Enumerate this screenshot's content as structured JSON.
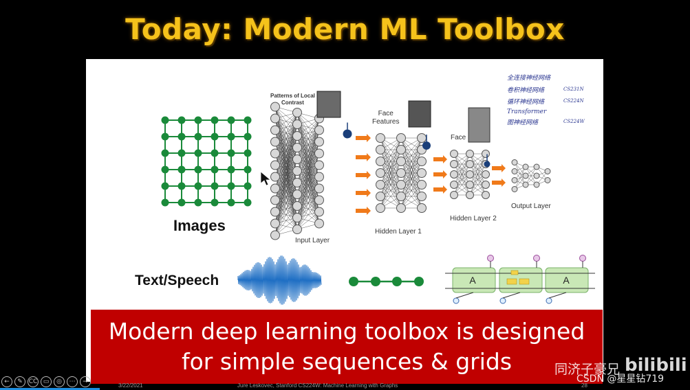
{
  "slide": {
    "title": "Today: Modern ML Toolbox",
    "banner_line1": "Modern deep learning toolbox is designed",
    "banner_line2": "for simple sequences & grids"
  },
  "diagram": {
    "images_label": "Images",
    "text_speech_label": "Text/Speech",
    "patterns_label_l1": "Patterns of Local",
    "patterns_label_l2": "Contrast",
    "face_features_l1": "Face",
    "face_features_l2": "Features",
    "face_label": "Face",
    "input_layer": "Input Layer",
    "hidden_layer_1": "Hidden Layer 1",
    "hidden_layer_2": "Hidden Layer 2",
    "output_layer": "Output Layer",
    "rnn_cell_label_1": "A",
    "rnn_cell_label_2": "A",
    "grid_color": "#1a8a3a",
    "waveform_color": "#1f6fc4",
    "arrow_color": "#f07a1a"
  },
  "notes": {
    "line1": "全连接神经网络",
    "line2": "卷积神经网络",
    "line2_code": "CS231N",
    "line3": "循环神经网络",
    "line3_code": "CS224N",
    "line4": "Transformer",
    "line5": "图神经网络",
    "line5_code": "CS224W"
  },
  "footer": {
    "date": "3/22/2021",
    "author": "Jure Leskovec, Stanford CS224W: Machine Learning with Graphs",
    "page": "28"
  },
  "player": {
    "controls": [
      "←",
      "✎",
      "CC",
      "▭",
      "◎",
      "⋯",
      "→"
    ],
    "progress": 0.145
  },
  "watermark": {
    "site_cn": "同济子豪兄",
    "logo": "bilibili",
    "csdn": "CSDN @星星钻719"
  }
}
